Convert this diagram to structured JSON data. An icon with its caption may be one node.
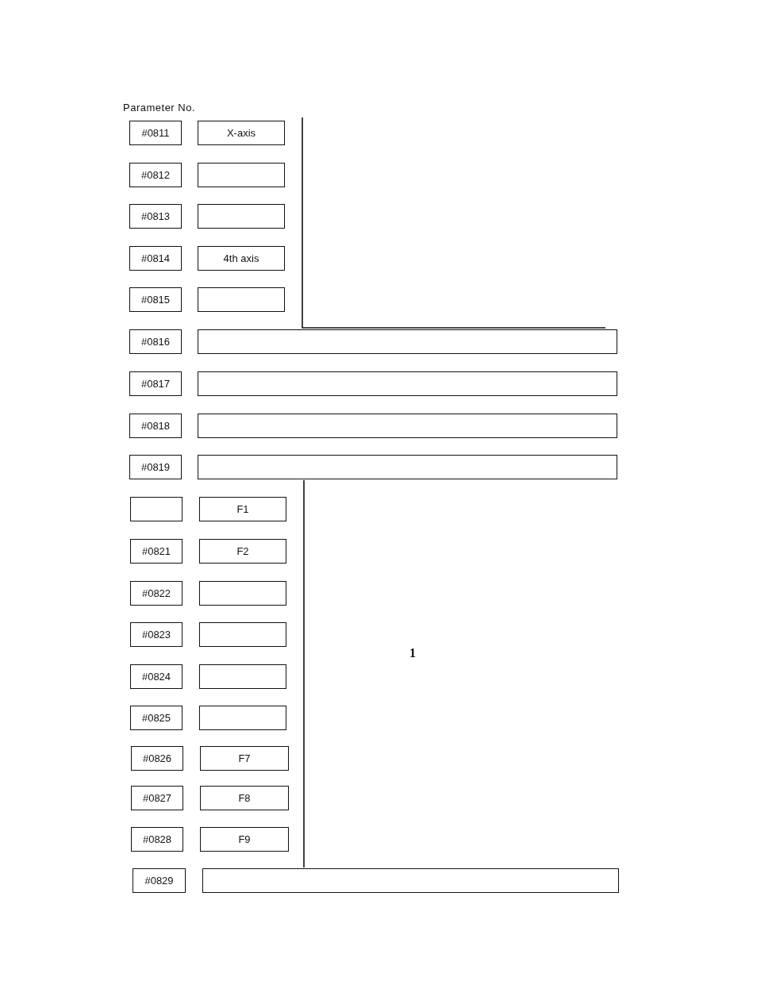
{
  "diagram": {
    "nodes": [
      {
        "text": [
          "#0811"
        ]
      },
      {
        "text": [
          "X-axis"
        ]
      },
      {
        "text": [
          "#0812"
        ]
      },
      {
        "text": [],
        "shape": "box"
      },
      {
        "text": [
          "#0813"
        ]
      },
      {
        "text": [],
        "shape": "box"
      },
      {
        "text": [
          "#0814"
        ]
      },
      {
        "text": [
          "4th axis"
        ]
      },
      {
        "text": [
          "#0815"
        ]
      },
      {
        "text": [],
        "shape": "box"
      },
      {
        "text": [
          "#0816"
        ]
      },
      {
        "text": [],
        "shape": "box"
      },
      {
        "text": [
          "#0817"
        ]
      },
      {
        "text": [],
        "shape": "box"
      },
      {
        "text": [
          "#0818"
        ]
      },
      {
        "text": [],
        "shape": "box"
      },
      {
        "text": [
          "#0819"
        ]
      },
      {
        "text": [],
        "shape": "box"
      },
      {
        "text": [],
        "shape": "box"
      },
      {
        "text": [
          "F1"
        ]
      },
      {
        "text": [
          "#0821"
        ]
      },
      {
        "text": [
          "F2"
        ]
      },
      {
        "text": [
          "#0822"
        ]
      },
      {
        "text": [],
        "shape": "box"
      },
      {
        "text": [
          "#0823"
        ]
      },
      {
        "text": [],
        "shape": "box"
      },
      {
        "text": [
          "#0824"
        ]
      },
      {
        "text": [],
        "shape": "box"
      },
      {
        "text": [
          "#0825"
        ]
      },
      {
        "text": [],
        "shape": "box"
      },
      {
        "text": [
          "#0826"
        ]
      },
      {
        "text": [
          "F7"
        ]
      },
      {
        "text": [
          "#0827"
        ]
      },
      {
        "text": [
          "F8"
        ]
      },
      {
        "text": [
          "#0828"
        ]
      },
      {
        "text": [
          "F9"
        ]
      },
      {
        "text": [
          "#0829"
        ]
      },
      {
        "text": [],
        "shape": "box"
      }
    ],
    "labels": [
      "Parameter No.",
      "1"
    ]
  }
}
